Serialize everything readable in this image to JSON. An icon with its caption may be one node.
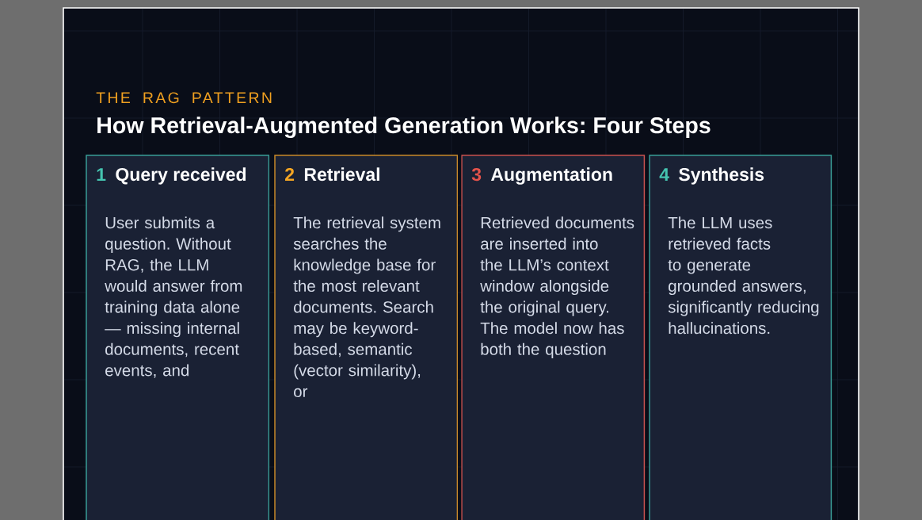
{
  "diagram": {
    "title": "How Retrieval-Augmented Generation Works: Four Steps",
    "labels": [
      "THE RAG PATTERN"
    ],
    "nodes": [
      {
        "text": [
          "1",
          "Query received",
          "User submits a question. Without RAG, the LLM would answer from training data alone — missing internal documents, recent events, and"
        ]
      },
      {
        "text": [
          "2",
          "Retrieval",
          "The retrieval system searches the knowledge base for the most relevant documents. Search may be keyword-based, semantic (vector similarity), or"
        ]
      },
      {
        "text": [
          "3",
          "Augmentation",
          "Retrieved documents are inserted into the LLM’s context window alongside the original query. The model now has both the question"
        ]
      },
      {
        "text": [
          "4",
          "Synthesis",
          "The LLM uses retrieved facts to generate grounded answers, significantly reducing hallucinations."
        ]
      }
    ]
  }
}
